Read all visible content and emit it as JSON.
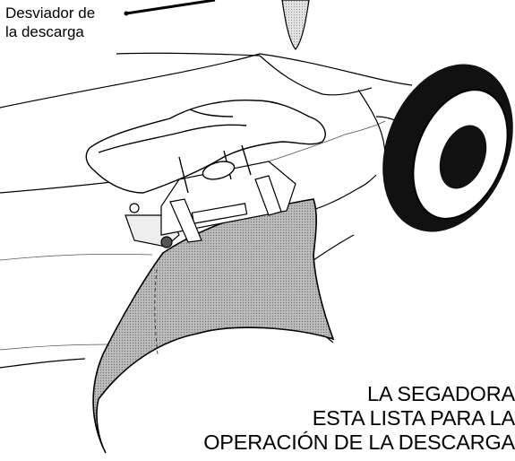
{
  "callout": {
    "line1": "Desviador de",
    "line2": "la descarga"
  },
  "caption": {
    "line1": "LA SEGADORA",
    "line2": "ESTA LISTA PARA LA",
    "line3": "OPERACIÓN DE LA DESCARGA"
  }
}
